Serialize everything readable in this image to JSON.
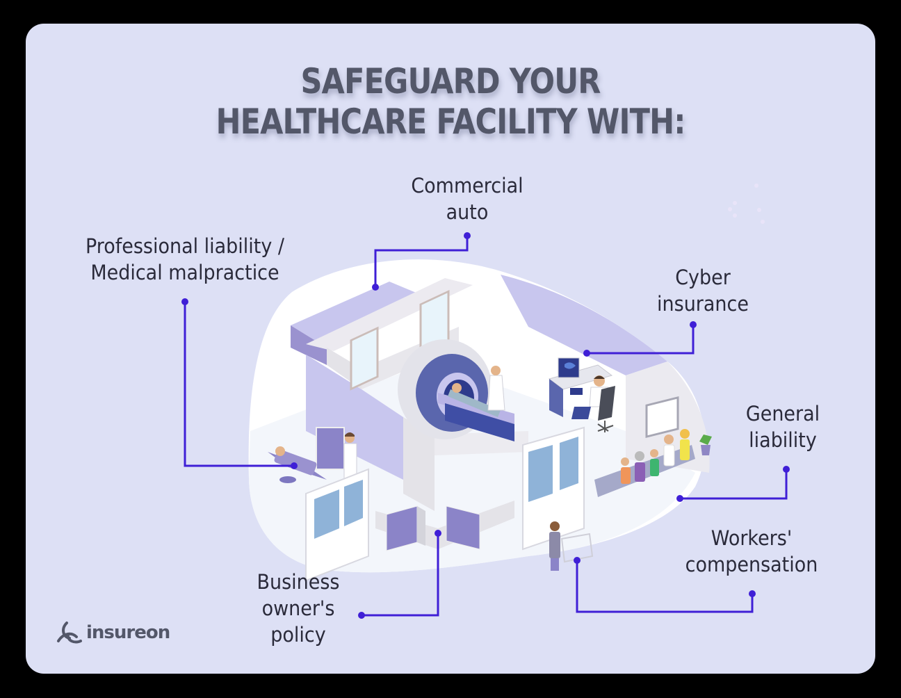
{
  "title": {
    "line1": "SAFEGUARD YOUR",
    "line2": "HEALTHCARE FACILITY WITH:"
  },
  "labels": {
    "commercial_auto": {
      "line1": "Commercial",
      "line2": "auto"
    },
    "professional_liability": {
      "line1": "Professional liability /",
      "line2": "Medical malpractice"
    },
    "cyber_insurance": {
      "line1": "Cyber",
      "line2": "insurance"
    },
    "general_liability": {
      "line1": "General",
      "line2": "liability"
    },
    "workers_compensation": {
      "line1": "Workers'",
      "line2": "compensation"
    },
    "business_owners_policy": {
      "line1": "Business",
      "line2": "owner's",
      "line3": "policy"
    }
  },
  "logo": {
    "text": "insureon",
    "icon": "insureon-trefoil-icon"
  },
  "colors": {
    "background": "#dde0f5",
    "title": "#535769",
    "label_text": "#2a2a3a",
    "connector": "#3f1fd6",
    "wall_lavender": "#c8c6ee",
    "floor": "#f3f6fb",
    "accent_purple": "#9289cc",
    "mri_blue": "#5a66ad"
  }
}
